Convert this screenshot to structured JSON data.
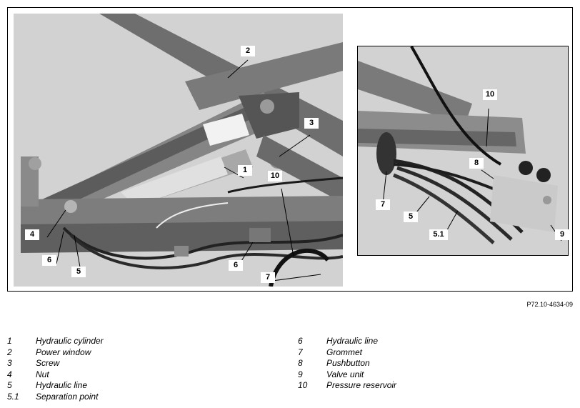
{
  "figure_ref": "P72.10-4634-09",
  "callouts_main": [
    "2",
    "3",
    "1",
    "10",
    "4",
    "6",
    "5",
    "6",
    "7"
  ],
  "callouts_inset": [
    "10",
    "8",
    "7",
    "5",
    "5.1",
    "9"
  ],
  "legend_left": [
    {
      "num": "1",
      "text": "Hydraulic cylinder"
    },
    {
      "num": "2",
      "text": "Power window"
    },
    {
      "num": "3",
      "text": "Screw"
    },
    {
      "num": "4",
      "text": "Nut"
    },
    {
      "num": "5",
      "text": "Hydraulic line"
    },
    {
      "num": "5.1",
      "text": "Separation point"
    }
  ],
  "legend_right": [
    {
      "num": "6",
      "text": "Hydraulic line"
    },
    {
      "num": "7",
      "text": "Grommet"
    },
    {
      "num": "8",
      "text": "Pushbutton"
    },
    {
      "num": "9",
      "text": "Valve unit"
    },
    {
      "num": "10",
      "text": "Pressure reservoir"
    }
  ]
}
